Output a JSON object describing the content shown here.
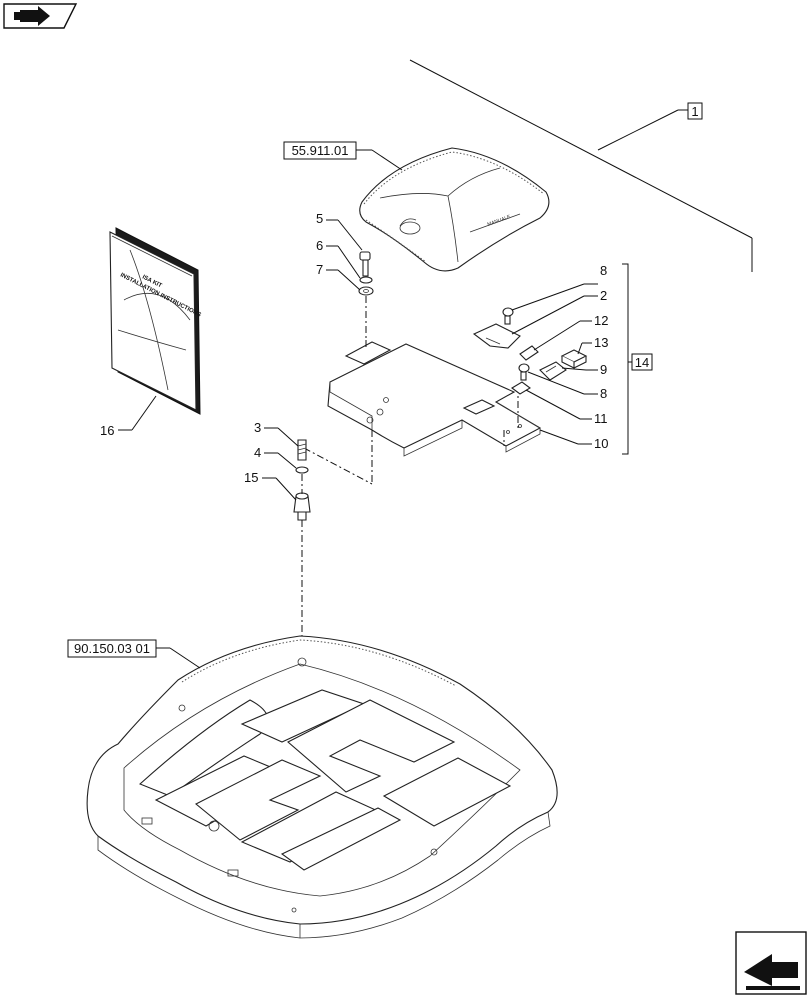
{
  "ref_labels": {
    "top_cover": "55.911.01",
    "seat_base": "90.150.03 01",
    "kit": "1",
    "subassembly": "14"
  },
  "callouts": {
    "c2": "2",
    "c3": "3",
    "c4": "4",
    "c5": "5",
    "c6": "6",
    "c7": "7",
    "c8a": "8",
    "c8b": "8",
    "c9": "9",
    "c10": "10",
    "c11": "11",
    "c12": "12",
    "c13": "13",
    "c15": "15",
    "c16": "16"
  },
  "manual": {
    "line1": "ISA KIT",
    "line2": "INSTALLATION INSTRUCTIONS"
  },
  "cover_badge": "MANUALE"
}
